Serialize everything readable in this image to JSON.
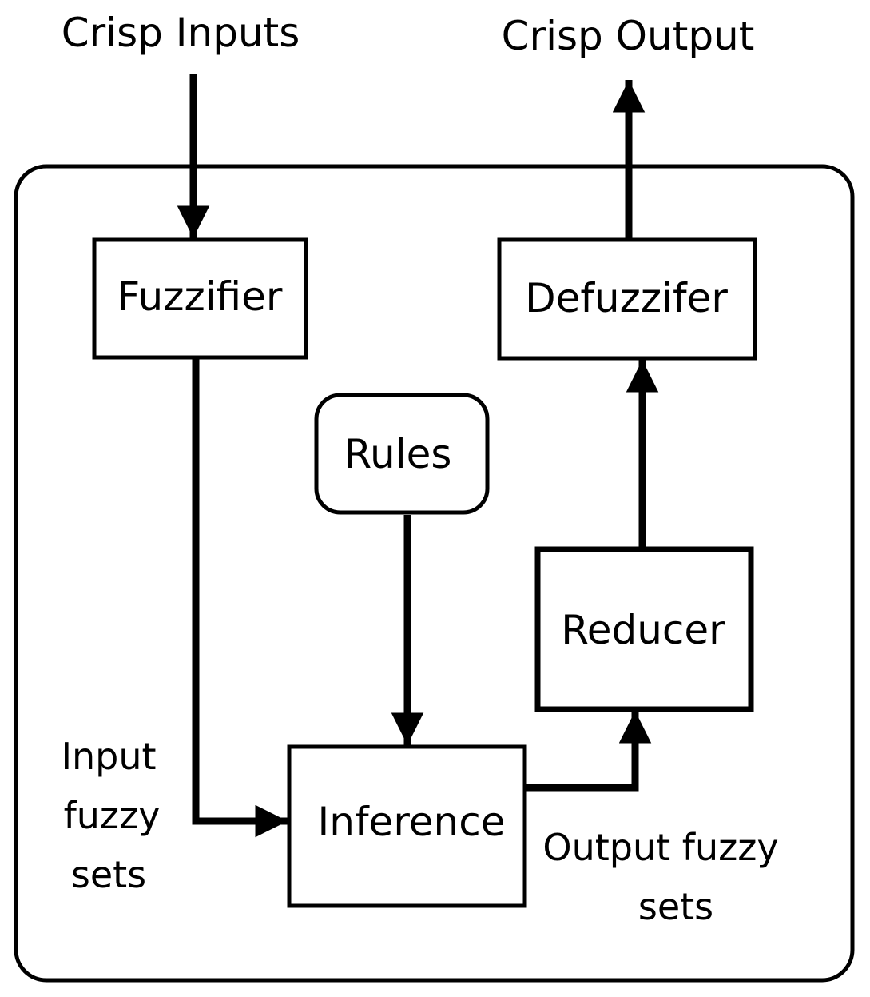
{
  "diagram": {
    "crisp_inputs": "Crisp Inputs",
    "crisp_output": "Crisp Output",
    "fuzzifier": "Fuzzifier",
    "defuzzifier": "Defuzzifer",
    "rules": "Rules",
    "reducer": "Reducer",
    "inference": "Inference",
    "input_fuzzy_sets": [
      "Input",
      "fuzzy",
      "sets"
    ],
    "output_fuzzy_sets": [
      "Output fuzzy",
      "sets"
    ]
  }
}
